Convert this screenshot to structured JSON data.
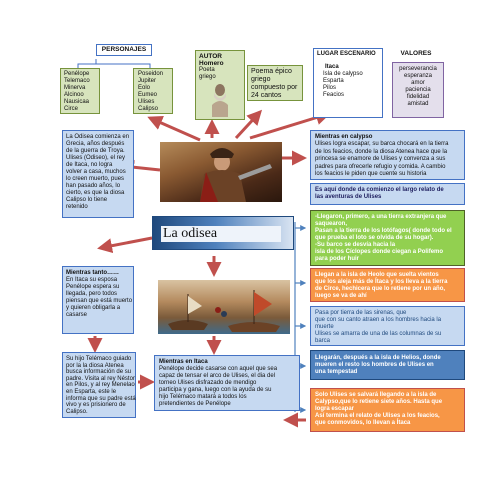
{
  "personajes": {
    "header": "PERSONAJES",
    "col1": [
      "Penélope",
      "Telemaco",
      "Minerva",
      "Alcinoo",
      "Nausicaa",
      "Circe"
    ],
    "col2": [
      "Poseidon",
      "Jupiter",
      "Eolo",
      "Eumeo",
      "Ulises",
      "Calipso"
    ]
  },
  "autor": {
    "header": "AUTOR",
    "name": "Homero",
    "role1": "Poeta",
    "role2": "griego"
  },
  "poema": {
    "lines": [
      "Poema épico",
      "griego",
      "compuesto por",
      "24 cantos"
    ]
  },
  "lugar": {
    "header": "LUGAR ESCENARIO",
    "items": [
      "Itaca",
      "Isla de calypso",
      "Esparta",
      "Pilos",
      "Feacios"
    ]
  },
  "valores": {
    "header": "VALORES",
    "items": [
      "perseverancia",
      "esperanza",
      "amor",
      "paciencia",
      "fidelidad",
      "amistad"
    ]
  },
  "intro": {
    "lines": [
      "La Odisea comienza en",
      "Grecia, años después",
      "de la guerra de Troya.",
      "Ulises (Odiseo), el rey",
      "de Itaca, no logra",
      "volver a casa, muchos",
      "lo creen muerto, pues",
      "han pasado años, lo",
      "cierto, es que la diosa",
      "Calipso lo tiene",
      "retenido"
    ]
  },
  "calypso": {
    "title": "Mientras en calypso",
    "lines": [
      "Ulises logra escapar, su barca chocará en la tierra",
      "de los feacios, donde la diosa Atenea hace que la",
      "princesa se enamore de Ulises y convenza a sus",
      "padres para ofrecerle refugio y comida. A cambio",
      "los feacios le piden que cuente su historia"
    ]
  },
  "aqui": {
    "lines": [
      "Es aquí donde da comienzo el largo relato de",
      "las aventuras de Ulises"
    ]
  },
  "main_title": "La odisea",
  "lotofagos": {
    "lines": [
      "-Llegaron, primero, a una tierra extranjera que",
      "saquearon,",
      "Pasan a la tierra de los lotófagos( donde todo el",
      "que prueba el loto se olvida de su hogar).",
      "-Su barco se desvía hacia la",
      "isla de los Cíclopes donde ciegan a Polifemo",
      "para poder huir"
    ]
  },
  "eolo": {
    "lines": [
      "Llegan a la isla de  Heolo que suelta vientos",
      "que los aleja más de Ítaca y  los lleva a la tierra",
      "de Circe, hechicera que lo retiene por un año,",
      "luego se va de ahí"
    ]
  },
  "tanto": {
    "title": "Mientras tanto……",
    "lines": [
      "En Itaca su esposa",
      "Penélope espera su",
      "llegada, pero todos",
      "piensan que está muerto",
      "y  quieren obligarla a",
      "casarse"
    ]
  },
  "sirenas": {
    "lines": [
      "Pasa  por tierra de  las sirenas, que",
      "que con su canto atraen a los hombres hacia la",
      "muerte",
      "Ulises se amarra de una de las columnas de su",
      "barca"
    ]
  },
  "helios": {
    "lines": [
      "Llegarán, después a la isla de Helios, donde",
      "mueren el resto los hombres de Ulises en",
      "una  tempestad"
    ]
  },
  "telemaco": {
    "lines": [
      "Su hijo Telémaco guiado",
      "por la la diosa  Atenea",
      "busca información de  su",
      "padre. Visita al rey Néstor",
      "en Pilos, y al rey Menelao",
      "en Esparta, este le",
      "informa que su padre está",
      "vivo y es prisionero de",
      "Calipso."
    ]
  },
  "itaca": {
    "title": "Mientras en Itaca",
    "lines": [
      "Penélope decide casarse con aquel que sea",
      "capaz de tensar el arco de Ulises, el dia del",
      "torneo Ulises disfrazado de mendigo",
      "participa y gana, luego con la ayuda de su",
      "hijo Telémaco matará a todos los",
      "pretendientes de Penélope"
    ]
  },
  "solo": {
    "lines": [
      "Solo Ulises se salvará llegando a la isla de",
      "Calypso,que lo retiene siete años. Hasta que",
      "logra escapar",
      "Así termina el relato de Ulises a los feacios,",
      "que conmovidos, lo llevan a Ítaca"
    ]
  },
  "colors": {
    "blue_fill": "#c6d9f1",
    "blue_border": "#4472c4",
    "green_fill": "#d7e4bd",
    "green_border": "#77933c",
    "lime_fill": "#92d050",
    "lime_border": "#4f6228",
    "orange_fill": "#f79646",
    "purple_fill": "#e4dfec",
    "purple_border": "#8064a2",
    "dark_blue": "#1f497d",
    "red_arrow": "#c0504d",
    "mid_blue": "#4f81bd",
    "teal_fill": "#9fd7e6"
  }
}
